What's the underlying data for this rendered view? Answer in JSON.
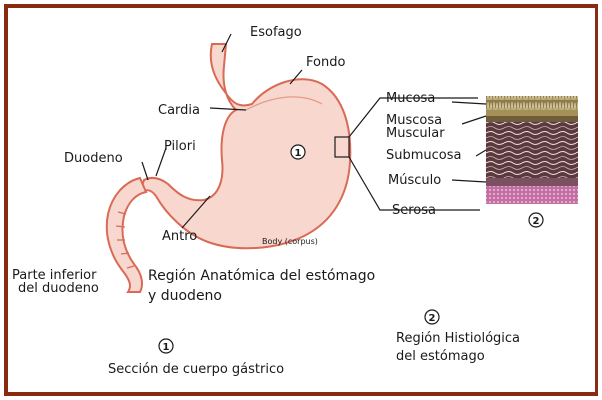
{
  "labels": {
    "esofago": "Esofago",
    "fondo": "Fondo",
    "cardia": "Cardia",
    "pilori": "Pilori",
    "duodeno": "Duodeno",
    "antro": "Antro",
    "body": "Body (corpus)",
    "parte_inferior_1": "Parte inferior",
    "parte_inferior_2": "del duodeno"
  },
  "layers": {
    "mucosa": "Mucosa",
    "muscosa": "Muscosa",
    "muscular": "Muscular",
    "submucosa": "Submucosa",
    "musculo": "Músculo",
    "serosa": "Serosa"
  },
  "markers": {
    "one": "1",
    "two": "2"
  },
  "captions": {
    "anatomica_1": "Región Anatómica del estómago",
    "anatomica_2": "y duodeno",
    "histologica_1": "Región Histiológica",
    "histologica_2": "del estómago",
    "seccion": "Sección de cuerpo gástrico"
  },
  "colors": {
    "frame": "#8a2a12",
    "stomach_fill": "#f8d7cf",
    "stomach_outline": "#d96a55",
    "mucosa_band": "#7d6b3c",
    "submucosa_band": "#a07ca0",
    "serosa_band": "#c36fa3"
  }
}
